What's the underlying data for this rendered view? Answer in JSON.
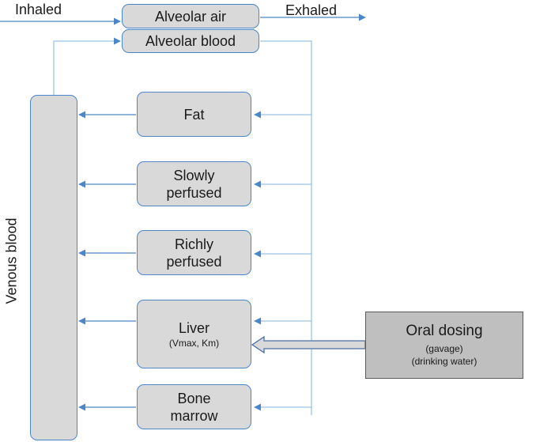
{
  "diagram": {
    "inhaled": "Inhaled",
    "exhaled": "Exhaled",
    "alveolar_air": "Alveolar air",
    "alveolar_blood": "Alveolar blood",
    "venous_blood": "Venous blood",
    "fat": "Fat",
    "slowly_perfused": {
      "line1": "Slowly",
      "line2": "perfused"
    },
    "richly_perfused": {
      "line1": "Richly",
      "line2": "perfused"
    },
    "liver": {
      "title": "Liver",
      "params": "(Vmax, Km)"
    },
    "bone_marrow": {
      "line1": "Bone",
      "line2": "marrow"
    },
    "oral_dosing": {
      "title": "Oral dosing",
      "line2": "(gavage)",
      "line3": "(drinking water)"
    }
  },
  "colors": {
    "arrow_blue": "#4a86c8",
    "box_fill": "#d9d9d9",
    "oral_fill": "#bfbfbf"
  }
}
